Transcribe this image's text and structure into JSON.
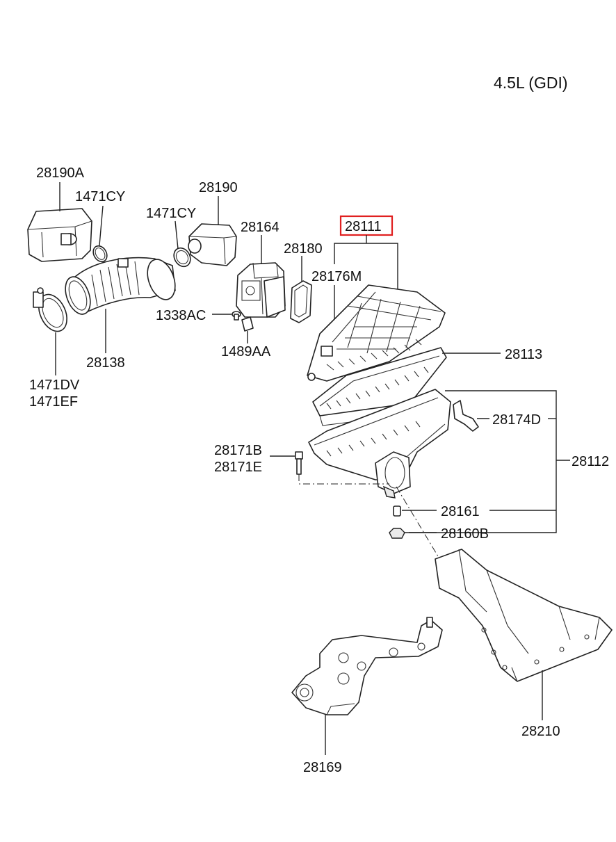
{
  "title": "4.5L (GDI)",
  "highlight_color": "#e02020",
  "labels": {
    "p28190A": "28190A",
    "p1471CY_a": "1471CY",
    "p28190": "28190",
    "p1471CY_b": "1471CY",
    "p28164": "28164",
    "p28180": "28180",
    "p28111": "28111",
    "p28176M": "28176M",
    "p1338AC": "1338AC",
    "p1489AA": "1489AA",
    "p28138": "28138",
    "p1471DV": "1471DV",
    "p1471EF": "1471EF",
    "p28113": "28113",
    "p28174D": "28174D",
    "p28112": "28112",
    "p28171B": "28171B",
    "p28171E": "28171E",
    "p28161": "28161",
    "p28160B": "28160B",
    "p28210": "28210",
    "p28169": "28169"
  }
}
